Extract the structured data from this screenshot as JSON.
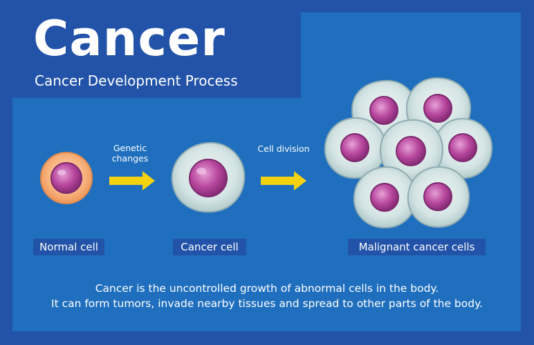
{
  "header": {
    "title": "Cancer",
    "subtitle": "Cancer Development Process"
  },
  "steps": [
    {
      "label": "Normal cell"
    },
    {
      "label": "Cancer cell"
    },
    {
      "label": "Malignant cancer cells"
    }
  ],
  "transitions": [
    {
      "label_line1": "Genetic",
      "label_line2": "changes"
    },
    {
      "label_line1": "Cell division"
    }
  ],
  "description": {
    "line1": "Cancer is the uncontrolled growth of abnormal cells in the body.",
    "line2": "It can form tumors, invade nearby tissues and spread to other parts of the body."
  },
  "colors": {
    "background": "#2253a8",
    "panel": "#1f6fbe",
    "arrow": "#f5d20f",
    "nucleus": "#b8479e",
    "normal_cell": "#f7b07a",
    "cancer_cell": "#c9dcdc"
  }
}
